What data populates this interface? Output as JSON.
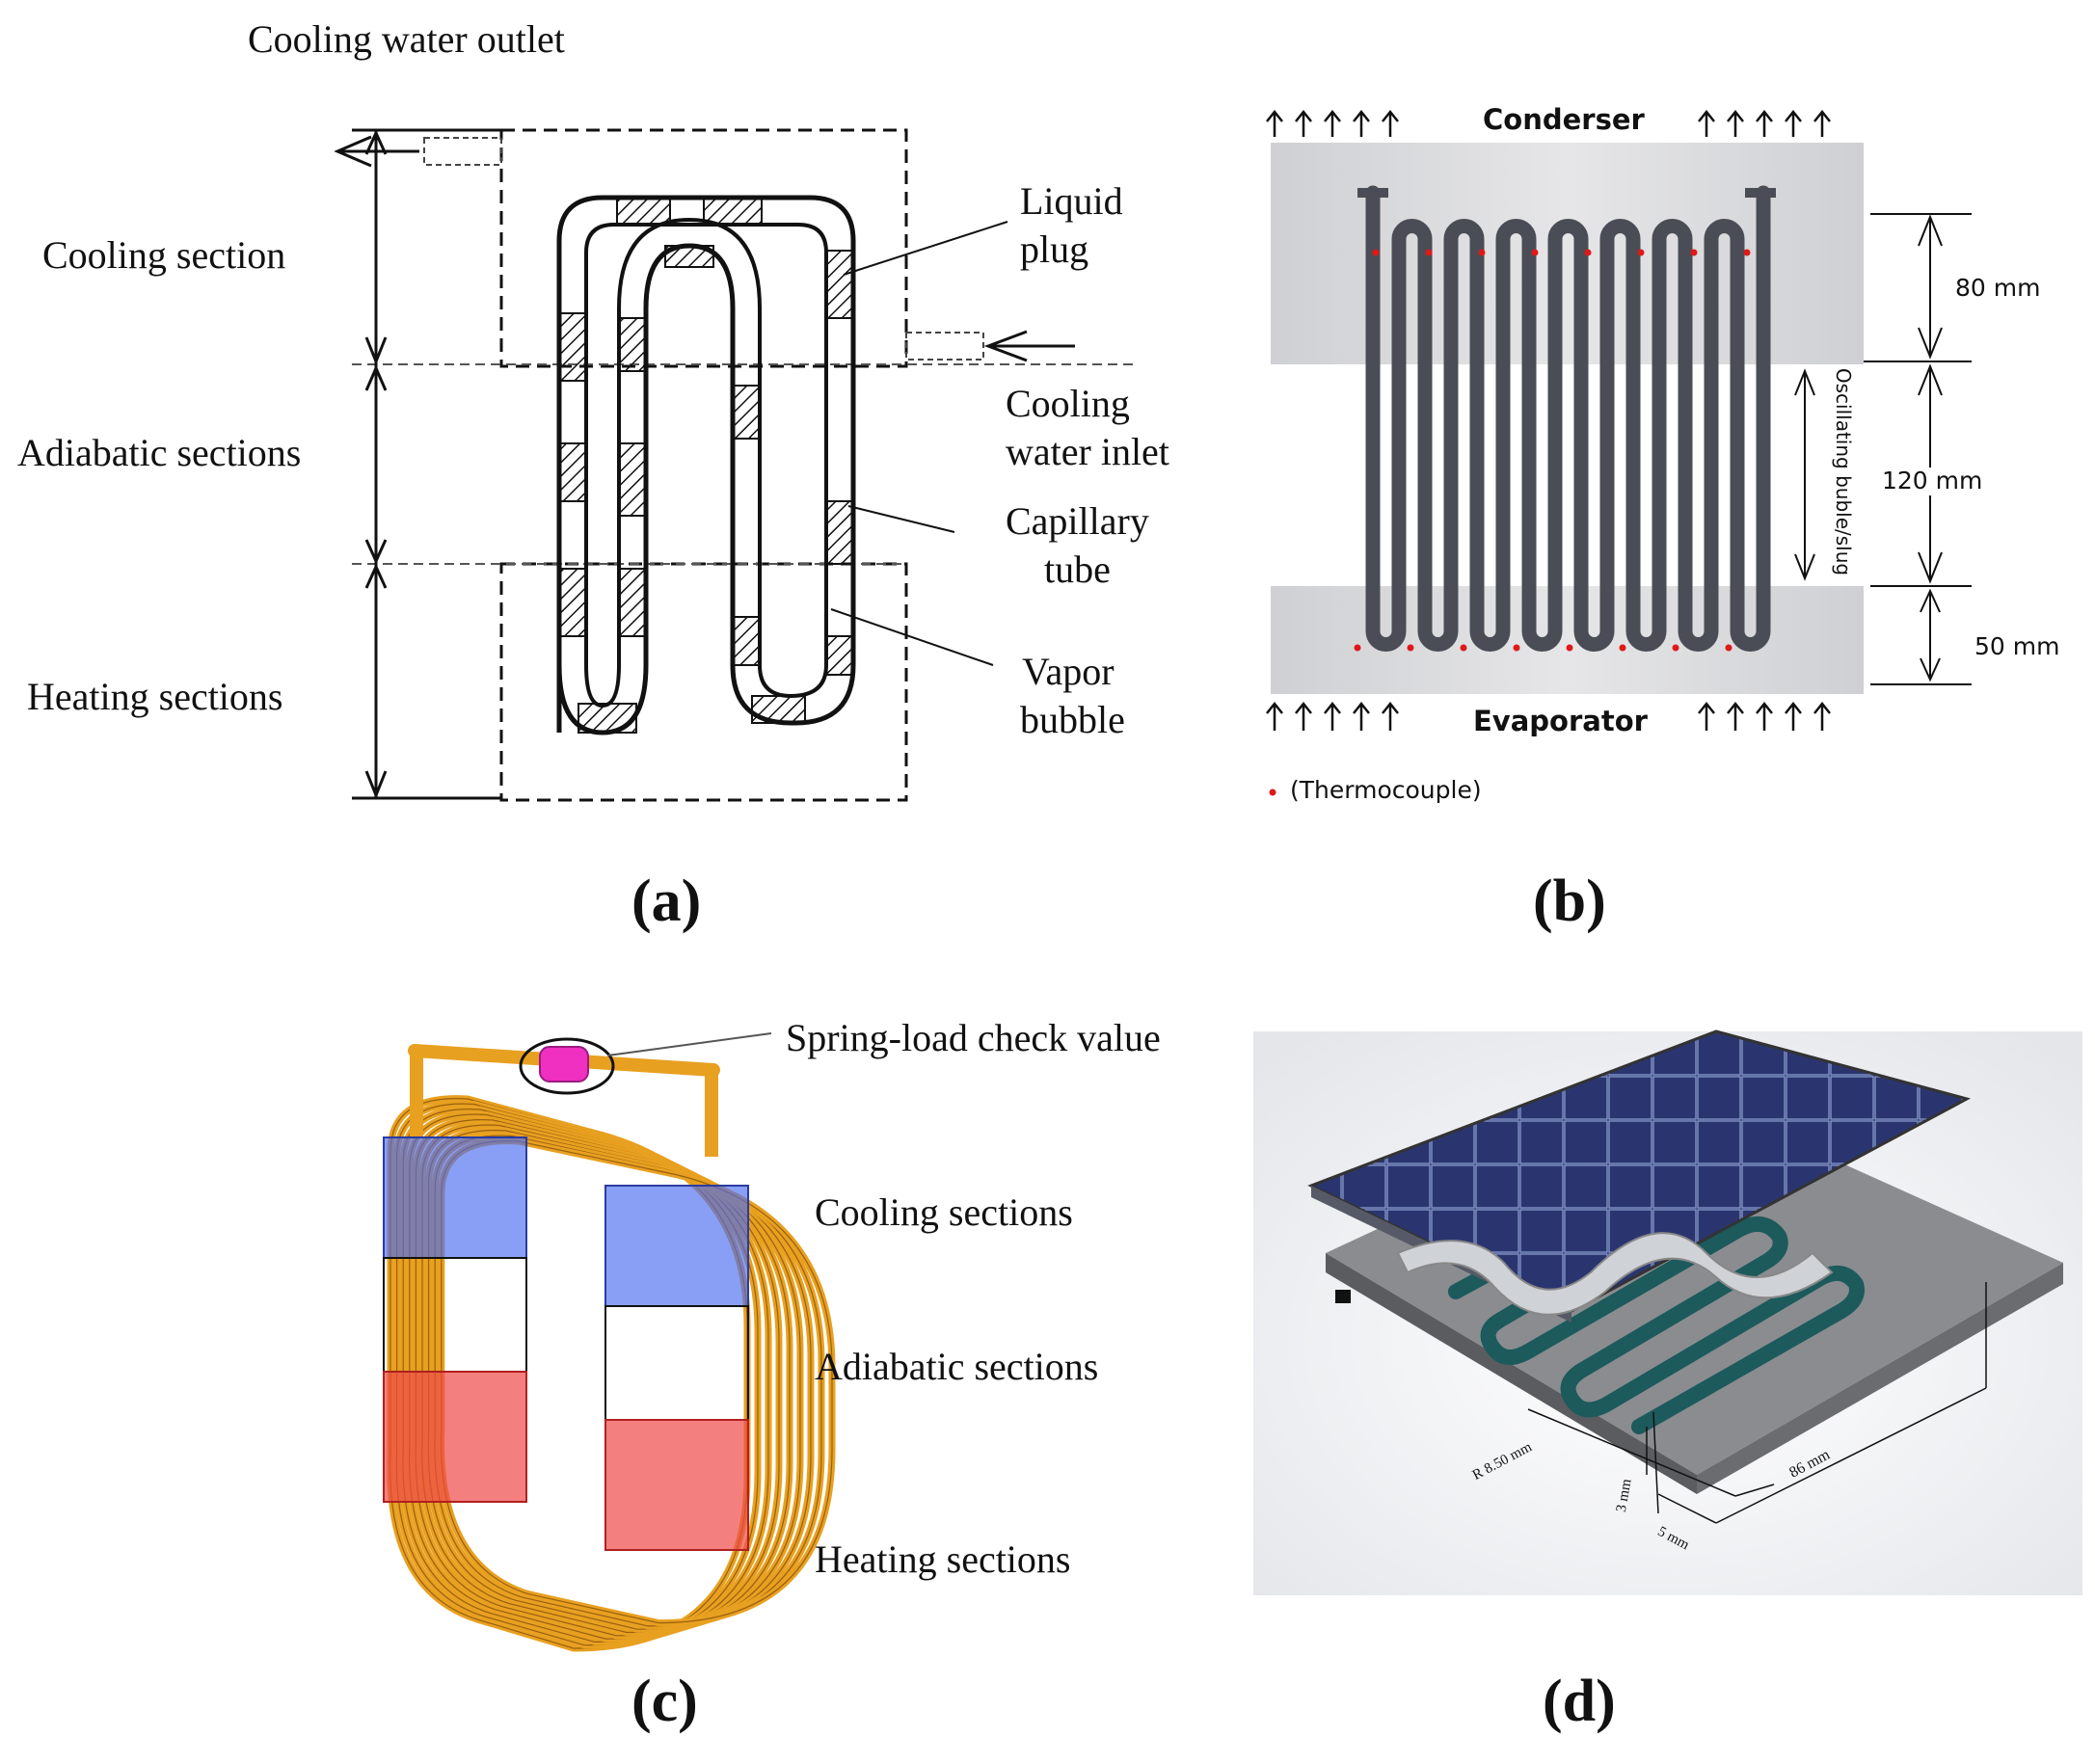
{
  "panel_a": {
    "caption": "(a)",
    "labels": {
      "cooling_water_outlet": "Cooling water outlet",
      "cooling_section": "Cooling section",
      "adiabatic_sections": "Adiabatic sections",
      "heating_sections": "Heating sections",
      "liquid_plug": [
        "Liquid",
        "plug"
      ],
      "cooling_water_inlet": [
        "Cooling",
        "water inlet"
      ],
      "capillary_tube": [
        "Capillary",
        "tube"
      ],
      "vapor_bubble": [
        "Vapor",
        "bubble"
      ]
    }
  },
  "panel_b": {
    "caption": "(b)",
    "labels": {
      "condenser": "Conderser",
      "evaporator": "Evaporator",
      "dim_top": "80 mm",
      "dim_mid": "120 mm",
      "dim_bottom": "50 mm",
      "oscillating": "Oscillating buble/slug",
      "thermocouple": "(Thermocouple)"
    },
    "colors": {
      "block": "#d8d8da",
      "tube": "#4a4d55",
      "thermocouple": "#e01818"
    }
  },
  "panel_c": {
    "caption": "(c)",
    "labels": {
      "check_valve": "Spring-load check value",
      "cooling_sections": "Cooling sections",
      "adiabatic_sections": "Adiabatic sections",
      "heating_sections": "Heating sections"
    },
    "colors": {
      "tube": "#e8a020",
      "cooling": "#4a6cf0",
      "heating": "#f04848",
      "valve": "#f030c0"
    }
  },
  "panel_d": {
    "caption": "(d)",
    "labels": {
      "dim_radius": "R 8.50 mm",
      "dim_height": "3 mm",
      "dim_width": "5 mm",
      "dim_length": "86 mm"
    },
    "colors": {
      "panel": "#2a3570",
      "base": "#8a8c90",
      "channel": "#1c5a5c"
    }
  }
}
